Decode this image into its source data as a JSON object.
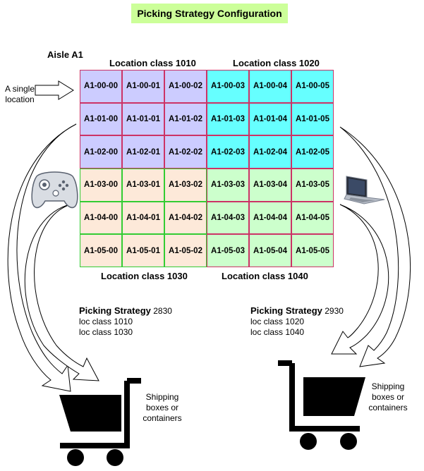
{
  "title": "Picking Strategy Configuration",
  "aisle_label": "Aisle A1",
  "single_location_label": "A single location",
  "location_classes": {
    "c1010": "Location class 1010",
    "c1020": "Location class 1020",
    "c1030": "Location class 1030",
    "c1040": "Location class 1040"
  },
  "class_colors": {
    "c1010": "#ccccff",
    "c1020": "#66ffff",
    "c1030": "#fde9d9",
    "c1040": "#ccffcc",
    "grid_line_1010": "#cc3366",
    "grid_line_1030": "#33cc33"
  },
  "grid": [
    [
      "A1-00-00",
      "A1-00-01",
      "A1-00-02",
      "A1-00-03",
      "A1-00-04",
      "A1-00-05"
    ],
    [
      "A1-01-00",
      "A1-01-01",
      "A1-01-02",
      "A1-01-03",
      "A1-01-04",
      "A1-01-05"
    ],
    [
      "A1-02-00",
      "A1-02-01",
      "A1-02-02",
      "A1-02-03",
      "A1-02-04",
      "A1-02-05"
    ],
    [
      "A1-03-00",
      "A1-03-01",
      "A1-03-02",
      "A1-03-03",
      "A1-03-04",
      "A1-03-05"
    ],
    [
      "A1-04-00",
      "A1-04-01",
      "A1-04-02",
      "A1-04-03",
      "A1-04-04",
      "A1-04-05"
    ],
    [
      "A1-05-00",
      "A1-05-01",
      "A1-05-02",
      "A1-05-03",
      "A1-05-04",
      "A1-05-05"
    ]
  ],
  "strategy_left": {
    "heading": "Picking Strategy",
    "number": "2830",
    "line1": "loc class 1010",
    "line2": "loc class 1030"
  },
  "strategy_right": {
    "heading": "Picking Strategy",
    "number": "2930",
    "line1": "loc class 1020",
    "line2": "loc class 1040"
  },
  "shipping_left": [
    "Shipping",
    "boxes or",
    "containers"
  ],
  "shipping_right": [
    "Shipping",
    "boxes or",
    "containers"
  ],
  "icons": {
    "left_device": "game-controller-icon",
    "right_device": "laptop-icon",
    "cart": "shopping-cart-icon",
    "arrow": "curved-arrow-icon"
  }
}
